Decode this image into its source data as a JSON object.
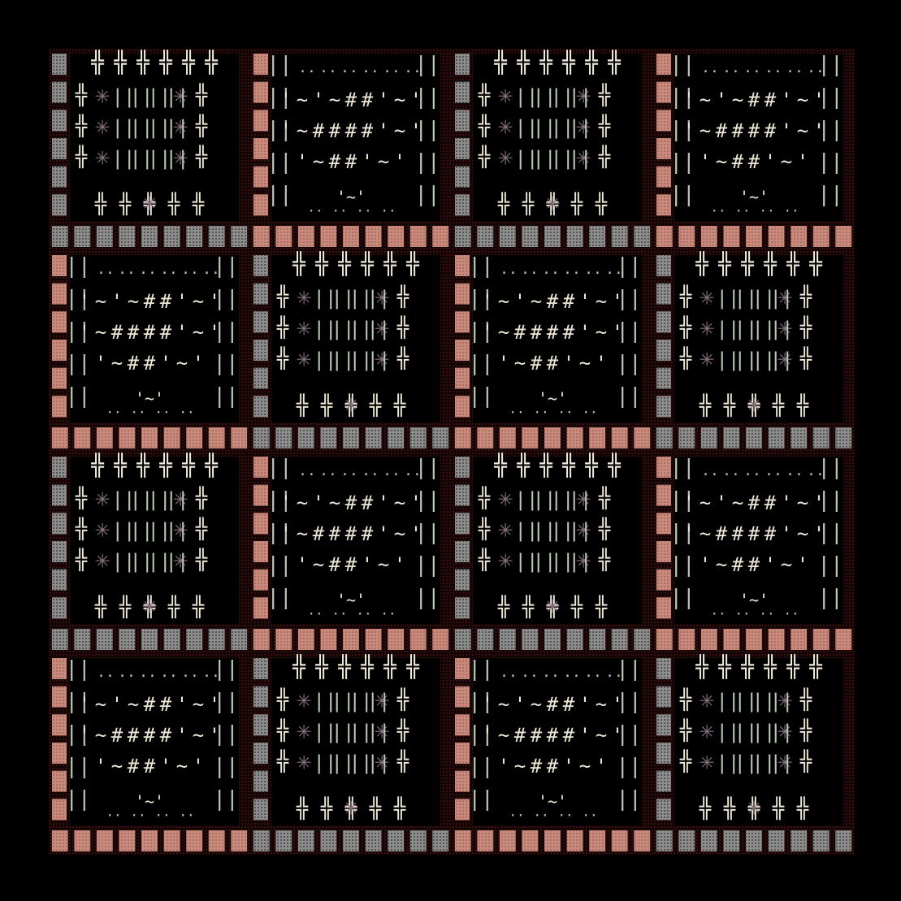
{
  "artwork": {
    "kind": "generative textile-like pattern",
    "grid": {
      "rows": 4,
      "cols": 4
    },
    "tile_styles": [
      "cross-tile",
      "glyph-tile"
    ],
    "glyphs": {
      "cross": "╬",
      "star": "✳",
      "bar": "||",
      "hash": "#",
      "tilde": "~",
      "tick": "'",
      "dot": ".."
    },
    "colors": {
      "background": "#000000",
      "dark_block": "#1a0808",
      "dot_red": "#5a1212",
      "pink_block": "#c98a7c",
      "pink_dot": "#8f5a50",
      "grey_block": "#8d8d8d",
      "grey_dot": "#2b2b2b",
      "cream": "#ece7d6",
      "sage": "#b9c9b4",
      "mauve": "#86707f"
    }
  }
}
